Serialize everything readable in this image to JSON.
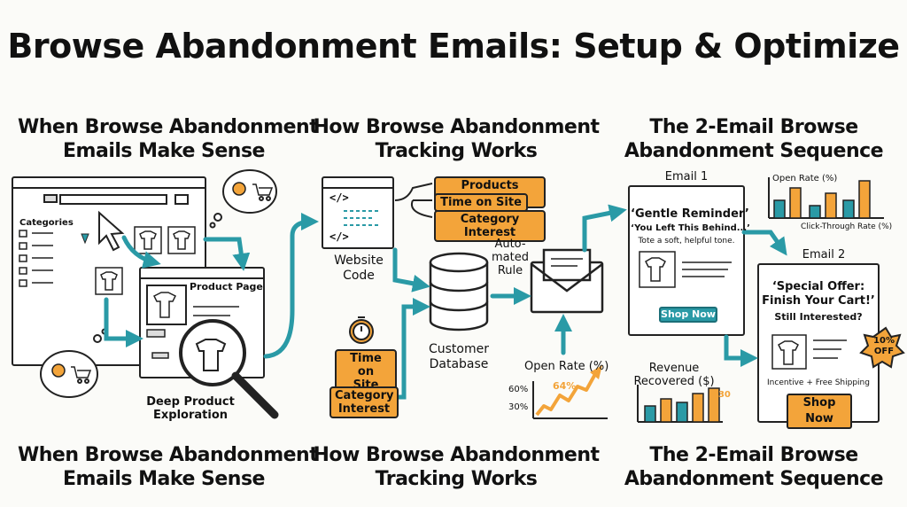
{
  "title": "Browse Abandonment Emails: Setup & Optimize",
  "sections": {
    "when": {
      "heading_line1": "When Browse Abandonment",
      "heading_line2": "Emails Make Sense",
      "categories_label": "Categories",
      "product_page_label": "Product Page",
      "exploration_line1": "Deep Product",
      "exploration_line2": "Exploration",
      "footer_line1": "When Browse Abandonment",
      "footer_line2": "Emails Make Sense"
    },
    "how": {
      "heading_line1": "How Browse Abandonment",
      "heading_line2": "Tracking Works",
      "tags": [
        "Products Viewed",
        "Time on Site",
        "Category Interest"
      ],
      "website_code_line1": "Website",
      "website_code_line2": "Code",
      "automated_rule_line1": "Auto-",
      "automated_rule_line2": "mated",
      "automated_rule_line3": "Rule",
      "database_line1": "Customer",
      "database_line2": "Database",
      "time_on_site_line1": "Time on",
      "time_on_site_line2": "Site",
      "category_interest_line1": "Category",
      "category_interest_line2": "Interest",
      "footer_line1": "How Browse Abandonment",
      "footer_line2": "Tracking Works"
    },
    "sequence": {
      "heading_line1": "The 2-Email  Browse",
      "heading_line2": "Abandonment Sequence",
      "email1": {
        "label": "Email 1",
        "line1": "‘Gentle Reminder’",
        "line2": "‘You Left This Behind...’",
        "line3": "Tote a soft, helpful tone.",
        "button": "Shop Now"
      },
      "email2": {
        "label": "Email 2",
        "line1": "‘Special Offer:",
        "line2": "Finish Your Cart!’",
        "line3": "Still Interested?",
        "badge_line1": "10%",
        "badge_line2": "OFF",
        "incentive": "Incentive + Free Shipping",
        "button": "Shop Now"
      },
      "open_rate_chart": {
        "label": "Open Rate (%)",
        "xlabel": "Click-Through Rate (%)",
        "bar_colors": [
          "#2a9aa6",
          "#f3a43a"
        ]
      },
      "revenue_chart": {
        "label_line1": "Revenue",
        "label_line2": "Recovered ($)",
        "value_label": "$30"
      },
      "footer_line1": "The 2-Email Browse",
      "footer_line2": "Abandonment Sequence"
    },
    "open_rate_mini": {
      "label": "Open Rate (%)",
      "tick_60": "60%",
      "tick_30": "30%",
      "value_label": "64%"
    }
  },
  "colors": {
    "teal": "#2a9aa6",
    "orange": "#f3a43a",
    "ink": "#222222"
  }
}
